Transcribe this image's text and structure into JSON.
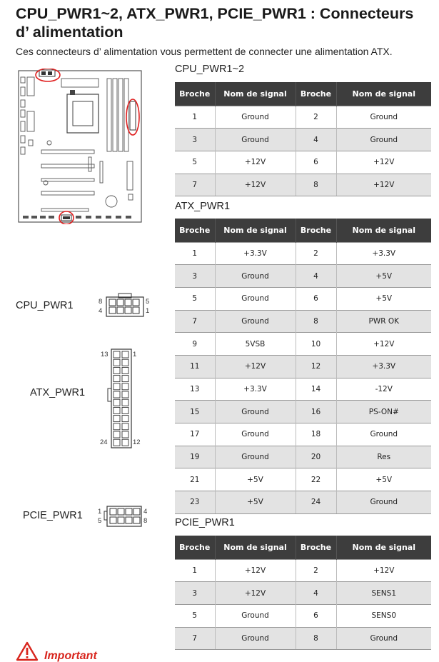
{
  "page": {
    "title": "CPU_PWR1~2, ATX_PWR1, PCIE_PWR1 : Connecteurs d’ alimentation",
    "description": "Ces connecteurs d’ alimentation vous permettent de connecter une alimentation ATX."
  },
  "diagram_labels": {
    "cpu": "CPU_PWR1",
    "atx": "ATX_PWR1",
    "pcie": "PCIE_PWR1",
    "cpu_pins": {
      "tl": "8",
      "bl": "4",
      "tr": "5",
      "br": "1"
    },
    "atx_pins": {
      "tl": "13",
      "tr": "1",
      "bl": "24",
      "br": "12"
    },
    "pcie_pins": {
      "tl": "1",
      "bl": "5",
      "tr": "4",
      "br": "8"
    }
  },
  "headers": [
    "Broche",
    "Nom de signal",
    "Broche",
    "Nom de signal"
  ],
  "tables": {
    "cpu": {
      "title": "CPU_PWR1~2",
      "rows": [
        [
          "1",
          "Ground",
          "2",
          "Ground"
        ],
        [
          "3",
          "Ground",
          "4",
          "Ground"
        ],
        [
          "5",
          "+12V",
          "6",
          "+12V"
        ],
        [
          "7",
          "+12V",
          "8",
          "+12V"
        ]
      ]
    },
    "atx": {
      "title": "ATX_PWR1",
      "rows": [
        [
          "1",
          "+3.3V",
          "2",
          "+3.3V"
        ],
        [
          "3",
          "Ground",
          "4",
          "+5V"
        ],
        [
          "5",
          "Ground",
          "6",
          "+5V"
        ],
        [
          "7",
          "Ground",
          "8",
          "PWR OK"
        ],
        [
          "9",
          "5VSB",
          "10",
          "+12V"
        ],
        [
          "11",
          "+12V",
          "12",
          "+3.3V"
        ],
        [
          "13",
          "+3.3V",
          "14",
          "-12V"
        ],
        [
          "15",
          "Ground",
          "16",
          "PS-ON#"
        ],
        [
          "17",
          "Ground",
          "18",
          "Ground"
        ],
        [
          "19",
          "Ground",
          "20",
          "Res"
        ],
        [
          "21",
          "+5V",
          "22",
          "+5V"
        ],
        [
          "23",
          "+5V",
          "24",
          "Ground"
        ]
      ]
    },
    "pcie": {
      "title": "PCIE_PWR1",
      "rows": [
        [
          "1",
          "+12V",
          "2",
          "+12V"
        ],
        [
          "3",
          "+12V",
          "4",
          "SENS1"
        ],
        [
          "5",
          "Ground",
          "6",
          "SENS0"
        ],
        [
          "7",
          "Ground",
          "8",
          "Ground"
        ]
      ]
    }
  },
  "important": {
    "label": "Important",
    "icon": "warning-triangle-icon"
  },
  "colors": {
    "header_bg": "#3d3d3d",
    "alt_row": "#e3e3e3",
    "highlight": "#e02020",
    "important": "#d8261e"
  }
}
